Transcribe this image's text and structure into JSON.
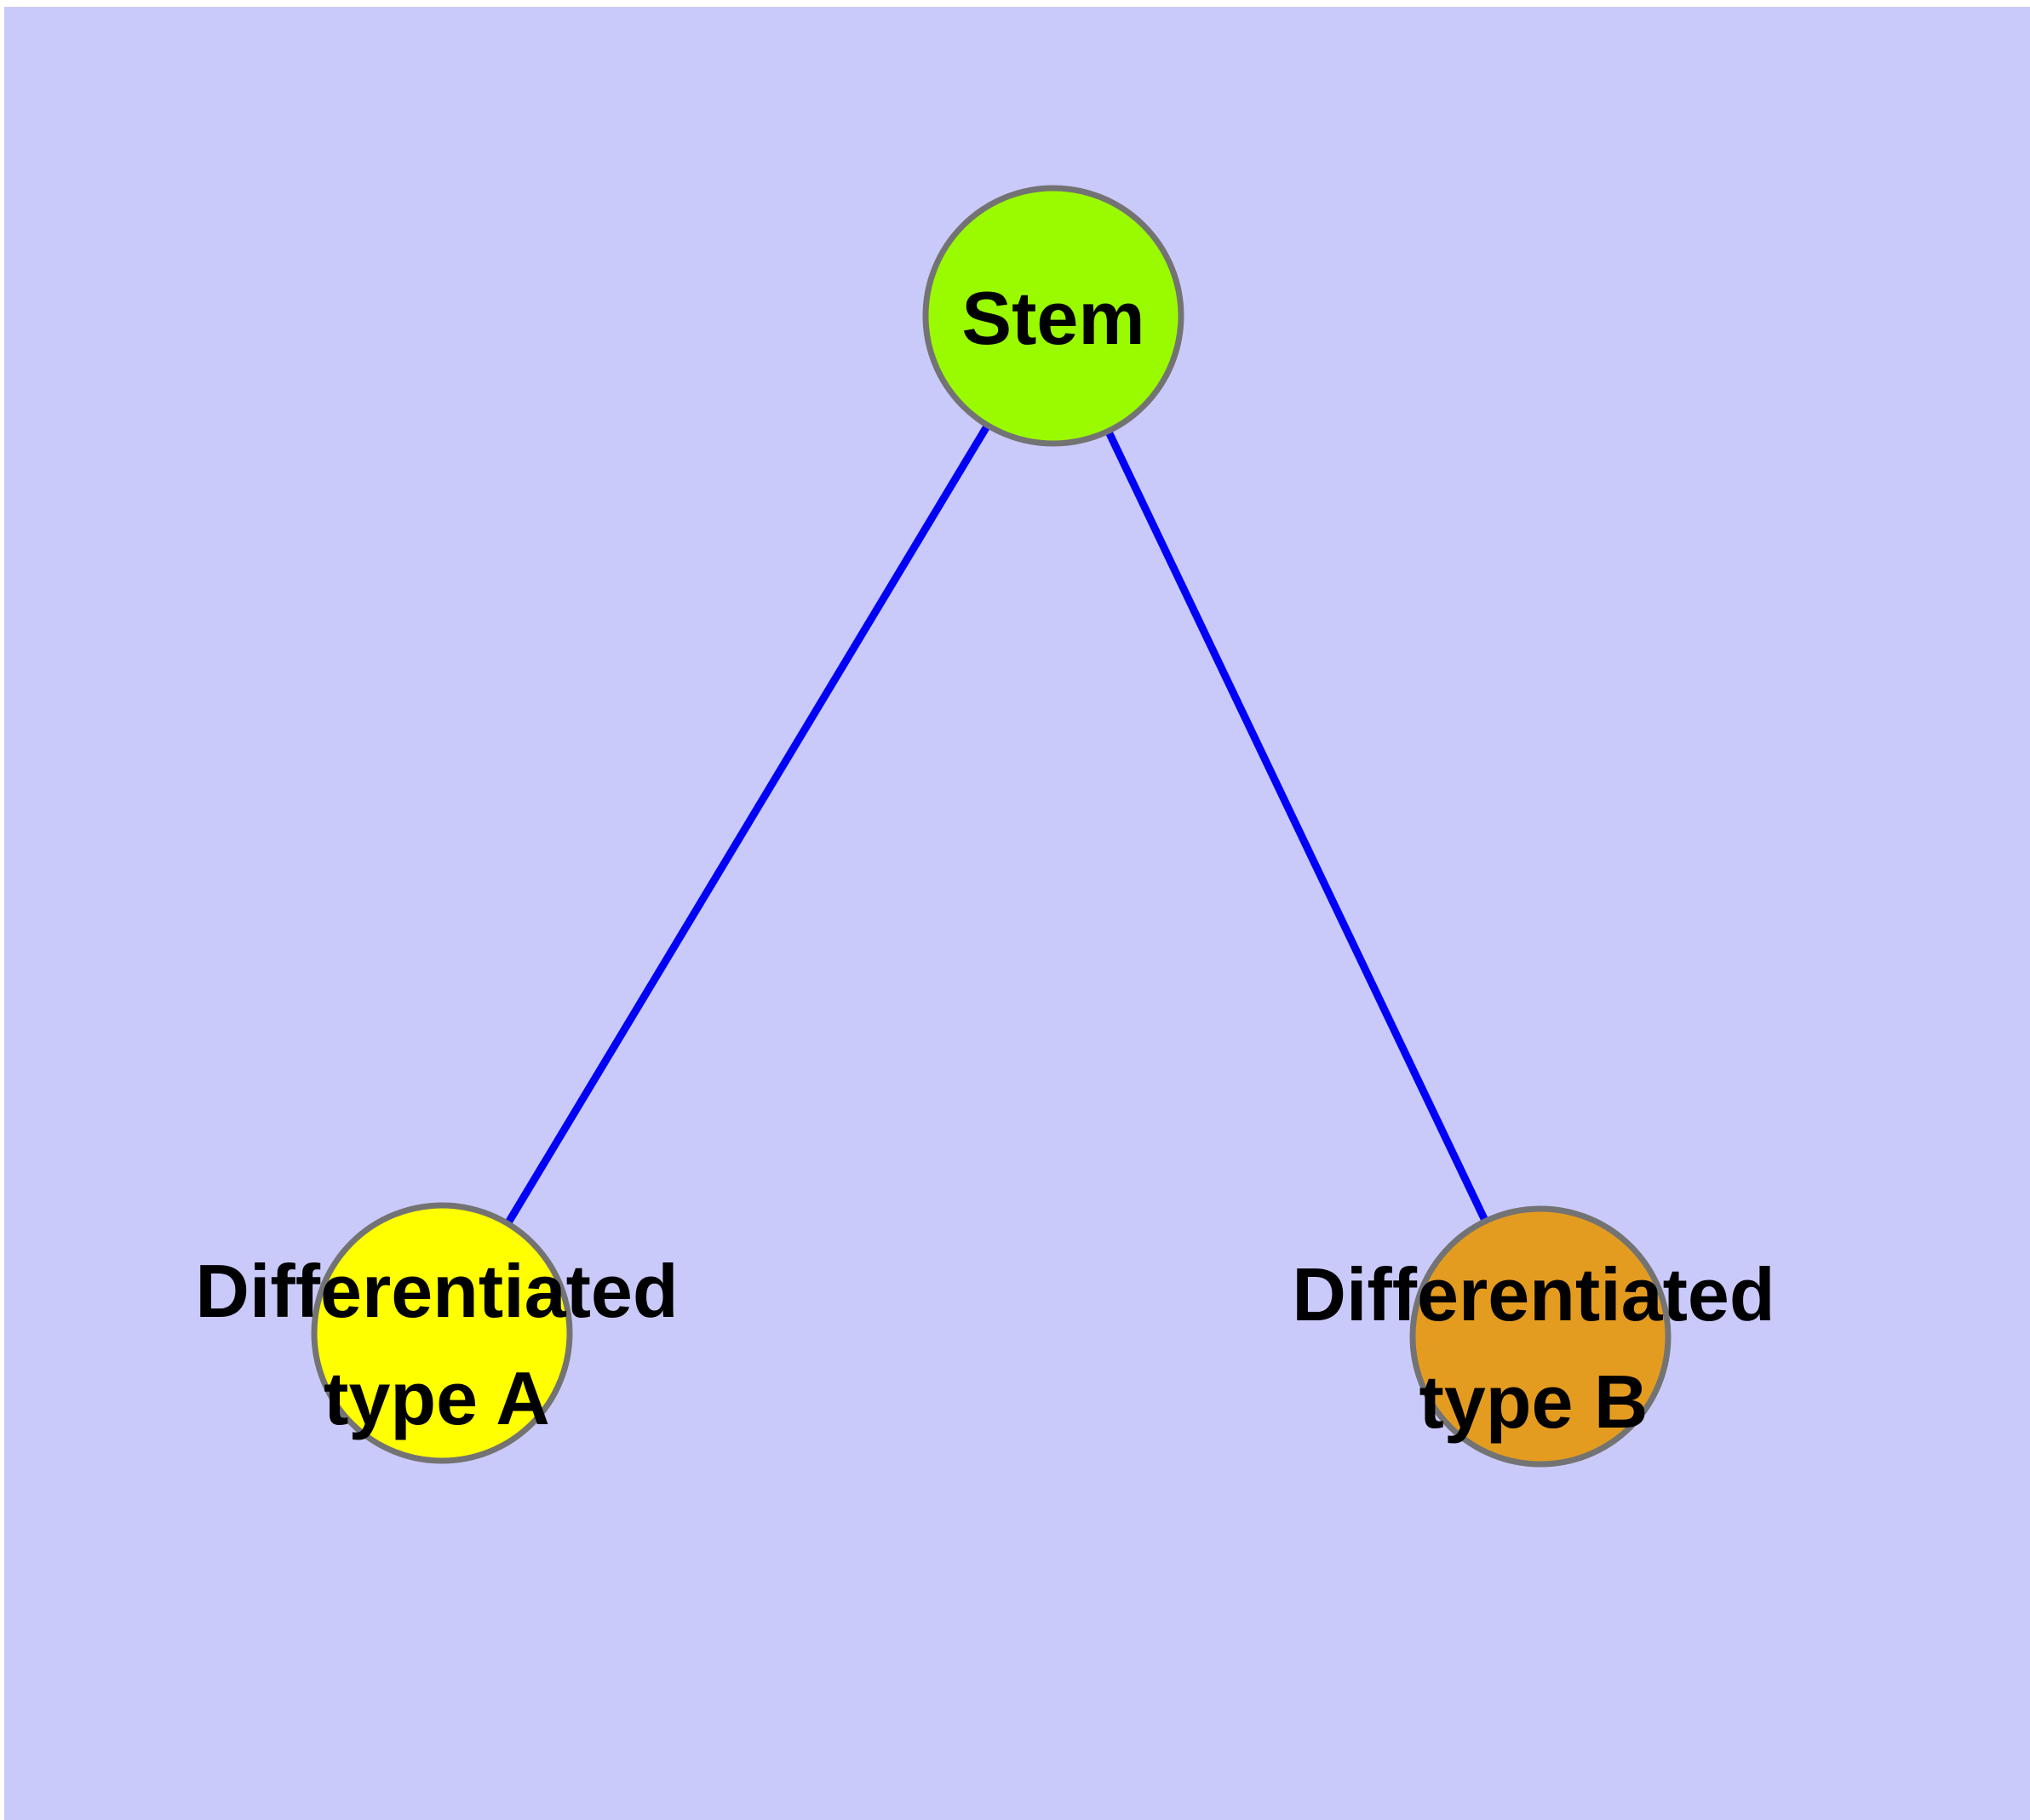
{
  "theme": {
    "page-bg": "#ffffff",
    "canvas-bg": "#cacafa",
    "edge-color": "#0000f7",
    "node-border": "#737373",
    "label-color": "#000000",
    "stem-fill": "#9afb00",
    "type-a-fill": "#ffff00",
    "type-b-fill": "#e49c20"
  },
  "diagram": {
    "type": "node-link-graph",
    "nodes": [
      {
        "id": "stem",
        "label": "Stem",
        "line1": "Stem",
        "line2": "",
        "fill": "#9afb00",
        "shape": "circle"
      },
      {
        "id": "differentiated-type-a",
        "label": "Differentiated type A",
        "line1": "Differentiated",
        "line2": "type A",
        "fill": "#ffff00",
        "shape": "circle"
      },
      {
        "id": "differentiated-type-b",
        "label": "Differentiated type B",
        "line1": "Differentiated",
        "line2": "type B",
        "fill": "#e49c20",
        "shape": "circle"
      }
    ],
    "edges": [
      {
        "from": "Stem",
        "to": "Differentiated type A",
        "color": "#0000f7"
      },
      {
        "from": "Stem",
        "to": "Differentiated type B",
        "color": "#0000f7"
      }
    ]
  }
}
